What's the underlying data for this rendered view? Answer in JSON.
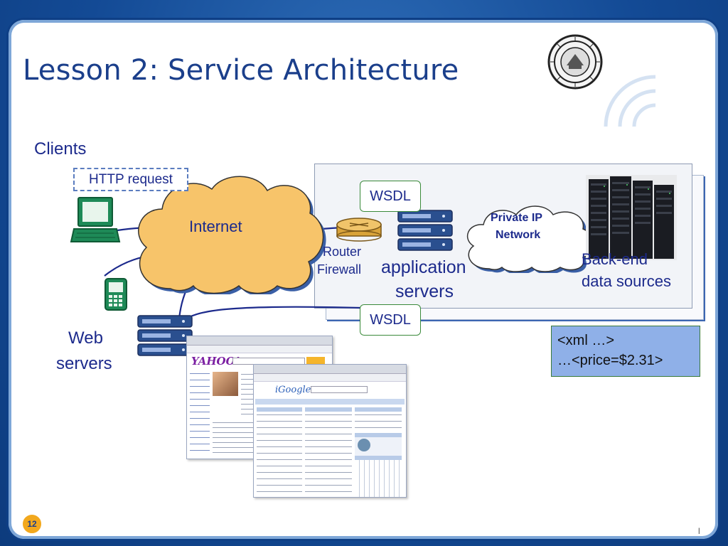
{
  "slide": {
    "title": "Lesson 2: Service Architecture",
    "page_number": "12",
    "corner_mark": "l"
  },
  "labels": {
    "clients": "Clients",
    "http_request": "HTTP request",
    "internet": "Internet",
    "web_servers_line1": "Web",
    "web_servers_line2": "servers",
    "wsdl_top": "WSDL",
    "wsdl_bottom": "WSDL",
    "router_line1": "Router",
    "router_line2": "Firewall",
    "app_servers_line1": "application",
    "app_servers_line2": "servers",
    "private_ip_line1": "Private IP",
    "private_ip_line2": "Network",
    "backend_line1": "Back-end",
    "backend_line2": "data sources",
    "xml_line1": "<xml …>",
    "xml_line2": "…<price=$2.31>"
  },
  "screenshots": {
    "yahoo_logo": "YAHOO!",
    "igoogle_logo": "iGoogle"
  },
  "colors": {
    "frame_blue": "#134a95",
    "title_blue": "#1b3f8b",
    "cloud_fill": "#f7c46a",
    "laptop_green": "#1e8a57",
    "server_blue": "#2a4f8f",
    "xml_box": "#8fb0e8",
    "accent_orange": "#f2a81d"
  }
}
